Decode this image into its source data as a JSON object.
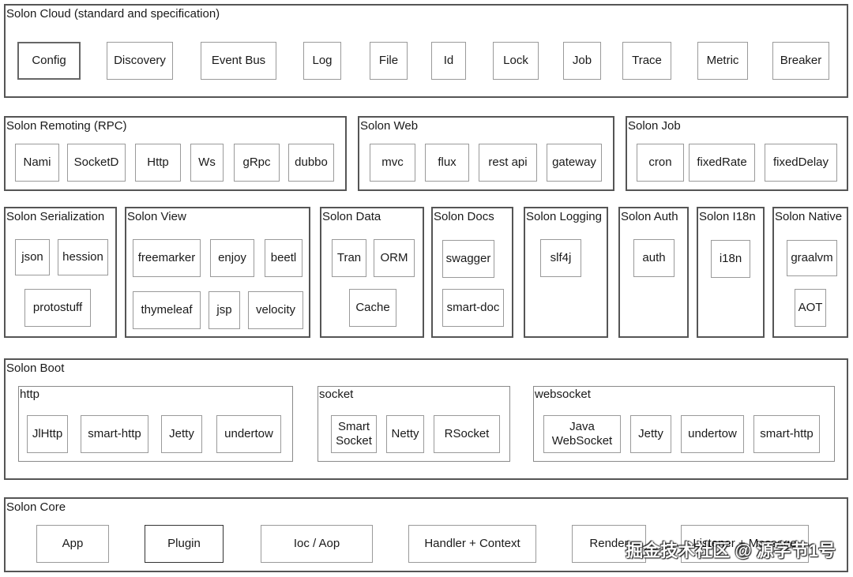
{
  "cloud": {
    "title": "Solon Cloud (standard and specification)",
    "items": [
      "Config",
      "Discovery",
      "Event Bus",
      "Log",
      "File",
      "Id",
      "Lock",
      "Job",
      "Trace",
      "Metric",
      "Breaker"
    ]
  },
  "remoting": {
    "title": "Solon Remoting (RPC)",
    "items": [
      "Nami",
      "SocketD",
      "Http",
      "Ws",
      "gRpc",
      "dubbo"
    ]
  },
  "web": {
    "title": "Solon Web",
    "items": [
      "mvc",
      "flux",
      "rest api",
      "gateway"
    ]
  },
  "job": {
    "title": "Solon Job",
    "items": [
      "cron",
      "fixedRate",
      "fixedDelay"
    ]
  },
  "serialization": {
    "title": "Solon Serialization",
    "items": [
      "json",
      "hession",
      "protostuff"
    ]
  },
  "view": {
    "title": "Solon View",
    "items": [
      "freemarker",
      "enjoy",
      "beetl",
      "thymeleaf",
      "jsp",
      "velocity"
    ]
  },
  "data": {
    "title": "Solon Data",
    "items": [
      "Tran",
      "ORM",
      "Cache"
    ]
  },
  "docs": {
    "title": "Solon Docs",
    "items": [
      "swagger",
      "smart-doc"
    ]
  },
  "logging": {
    "title": "Solon Logging",
    "items": [
      "slf4j"
    ]
  },
  "auth": {
    "title": "Solon Auth",
    "items": [
      "auth"
    ]
  },
  "i18n": {
    "title": "Solon I18n",
    "items": [
      "i18n"
    ]
  },
  "native": {
    "title": "Solon Native",
    "items": [
      "graalvm",
      "AOT"
    ]
  },
  "boot": {
    "title": "Solon Boot",
    "http": {
      "title": "http",
      "items": [
        "JlHttp",
        "smart-http",
        "Jetty",
        "undertow"
      ]
    },
    "socket": {
      "title": "socket",
      "items": [
        "Smart\nSocket",
        "Netty",
        "RSocket"
      ]
    },
    "websocket": {
      "title": "websocket",
      "items": [
        "Java\nWebSocket",
        "Jetty",
        "undertow",
        "smart-http"
      ]
    }
  },
  "core": {
    "title": "Solon Core",
    "items": [
      "App",
      "Plugin",
      "Ioc / Aop",
      "Handler + Context",
      "Render",
      "Listener + Message"
    ]
  },
  "watermark": "掘金技术社区 @ 源字节1号"
}
